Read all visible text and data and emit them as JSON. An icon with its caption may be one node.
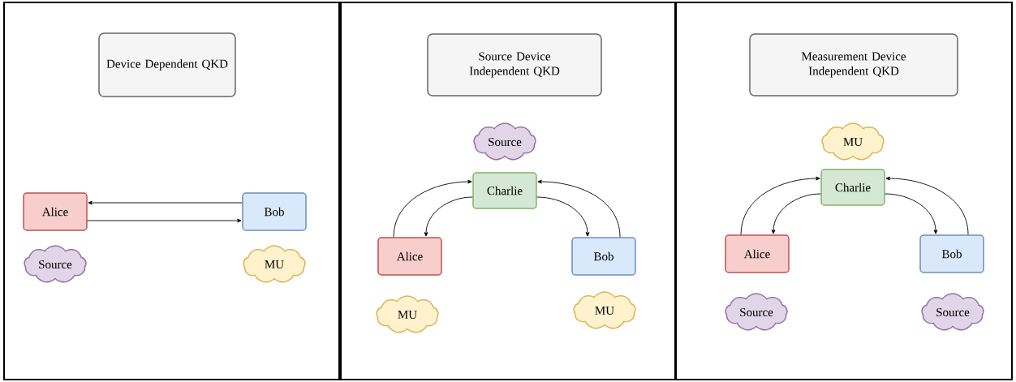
{
  "diagram": {
    "nodes": [
      {
        "text": [],
        "shape": "box"
      },
      {
        "text": [
          "Device Dependent QKD"
        ],
        "in": 0
      },
      {
        "text": [
          "Alice"
        ],
        "in": 0
      },
      {
        "text": [
          "Bob"
        ],
        "in": 0
      },
      {
        "text": [
          "Source"
        ],
        "in": 0
      },
      {
        "text": [
          "MU"
        ],
        "in": 0
      },
      {
        "text": [],
        "shape": "box"
      },
      {
        "text": [
          "Source Device Independent QKD"
        ],
        "in": 6
      },
      {
        "text": [
          "Source"
        ],
        "in": 6
      },
      {
        "text": [
          "Charlie"
        ],
        "in": 6
      },
      {
        "text": [
          "Alice"
        ],
        "in": 6
      },
      {
        "text": [
          "Bob"
        ],
        "in": 6
      },
      {
        "text": [
          "MU"
        ],
        "in": 6
      },
      {
        "text": [
          "MU"
        ],
        "in": 6
      },
      {
        "text": [],
        "shape": "box"
      },
      {
        "text": [
          "Measurement Device Independent QKD"
        ],
        "in": 14
      },
      {
        "text": [
          "MU"
        ],
        "in": 14
      },
      {
        "text": [
          "Charlie"
        ],
        "in": 14
      },
      {
        "text": [
          "Alice"
        ],
        "in": 14
      },
      {
        "text": [
          "Bob"
        ],
        "in": 14
      },
      {
        "text": [
          "Source"
        ],
        "in": 14
      },
      {
        "text": [
          "Source"
        ],
        "in": 14
      }
    ],
    "edges": [
      {
        "from": 3,
        "to": 2,
        "arrow": "to"
      },
      {
        "from": 2,
        "to": 3,
        "arrow": "to"
      },
      {
        "from": 10,
        "to": 9,
        "arrow": "to"
      },
      {
        "from": 9,
        "to": 10,
        "arrow": "to"
      },
      {
        "from": 9,
        "to": 11,
        "arrow": "to"
      },
      {
        "from": 11,
        "to": 9,
        "arrow": "to"
      },
      {
        "from": 18,
        "to": 17,
        "arrow": "to"
      },
      {
        "from": 17,
        "to": 18,
        "arrow": "to"
      },
      {
        "from": 17,
        "to": 19,
        "arrow": "to"
      },
      {
        "from": 19,
        "to": 17,
        "arrow": "to"
      }
    ]
  }
}
